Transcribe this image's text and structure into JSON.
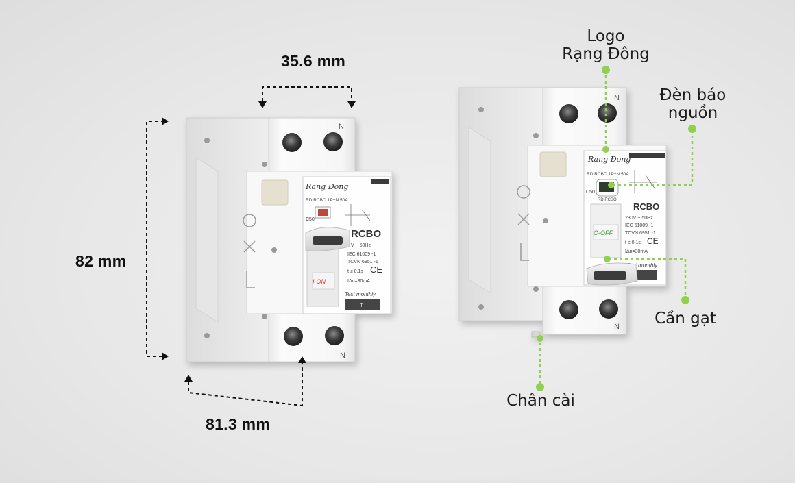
{
  "dimensions": {
    "width": "35.6 mm",
    "height": "82 mm",
    "depth": "81.3 mm"
  },
  "callouts": {
    "logo": {
      "line1": "Logo",
      "line2": "Rạng Đông"
    },
    "indicator": {
      "line1": "Đèn báo",
      "line2": "nguồn"
    },
    "lever": "Cần gạt",
    "clip": "Chân cài"
  },
  "device_left": {
    "brand": "Rang Đong",
    "model": "RD.RCBO 1P+N 50A",
    "rating": "C50",
    "type": "RCBO",
    "voltage": "V ~ 50Hz",
    "standard1": "IEC 61009 -1",
    "standard2": "TCVN 6951 -1",
    "trip_time": "t ≤ 0.1s",
    "residual": "IΔn=30mA",
    "test": "Test monthly",
    "test_button": "T",
    "state": "I-ON",
    "terminal": "N",
    "ce": "CE"
  },
  "device_right": {
    "brand": "Rang Đong",
    "model": "RD.RCBO 1P+N 50A",
    "rating": "C50",
    "sub": "RD.RCBO",
    "type": "RCBO",
    "voltage": "230V ~ 50Hz",
    "standard1": "IEC 61009 -1",
    "standard2": "TCVN 6951 -1",
    "trip_time": "t ≤ 0.1s",
    "residual": "IΔn=30mA",
    "test": "Test monthly",
    "state": "O-OFF",
    "terminal": "N",
    "ce": "CE"
  },
  "colors": {
    "callout_green": "#8fd14f",
    "body_white": "#f7f7f7",
    "label_dark": "#3a3a3a",
    "on_red": "#d9312f",
    "off_green": "#3a9a3a"
  }
}
